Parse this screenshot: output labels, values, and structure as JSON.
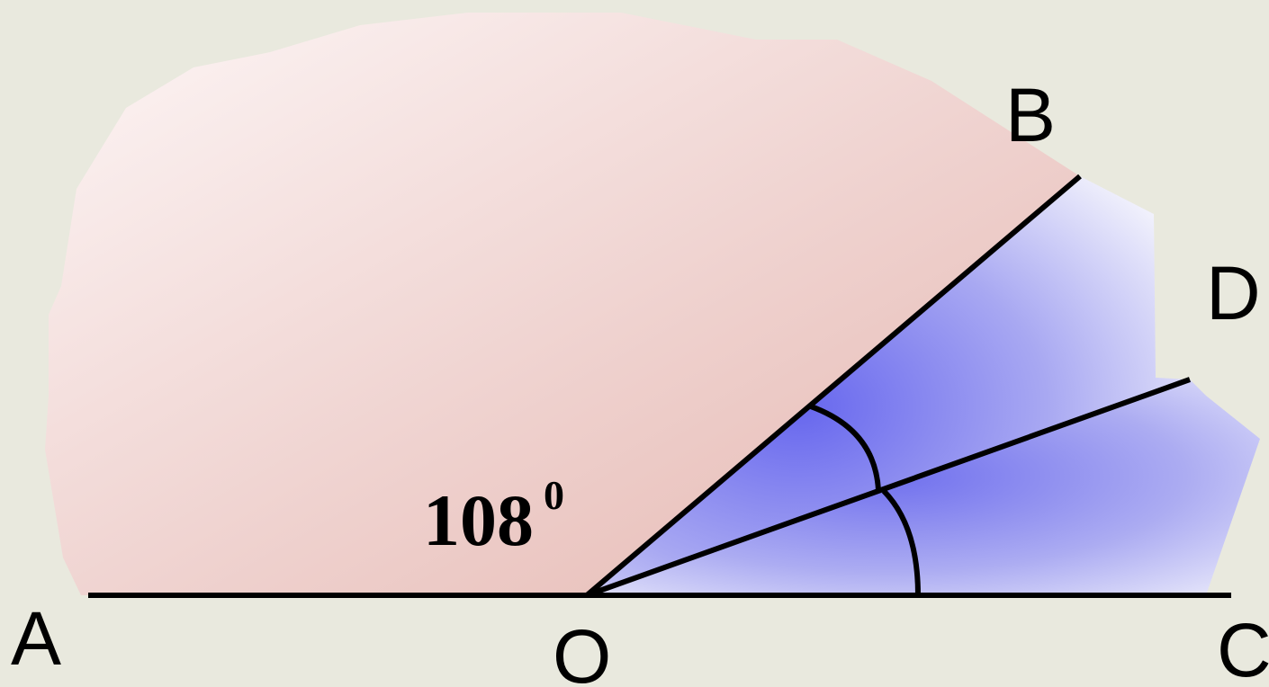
{
  "diagram": {
    "points": {
      "A": "A",
      "B": "B",
      "C": "C",
      "D": "D",
      "O": "O"
    },
    "angle_AOB": {
      "value": "108",
      "degree_mark": "0"
    },
    "colors": {
      "background": "#e9e9de",
      "red_region_light": "#fdf4f4",
      "red_region_dark": "#e8bcb6",
      "blue_region_dark": "#6a6af0",
      "blue_region_light": "#f0f0fc",
      "lines": "#000000"
    }
  }
}
